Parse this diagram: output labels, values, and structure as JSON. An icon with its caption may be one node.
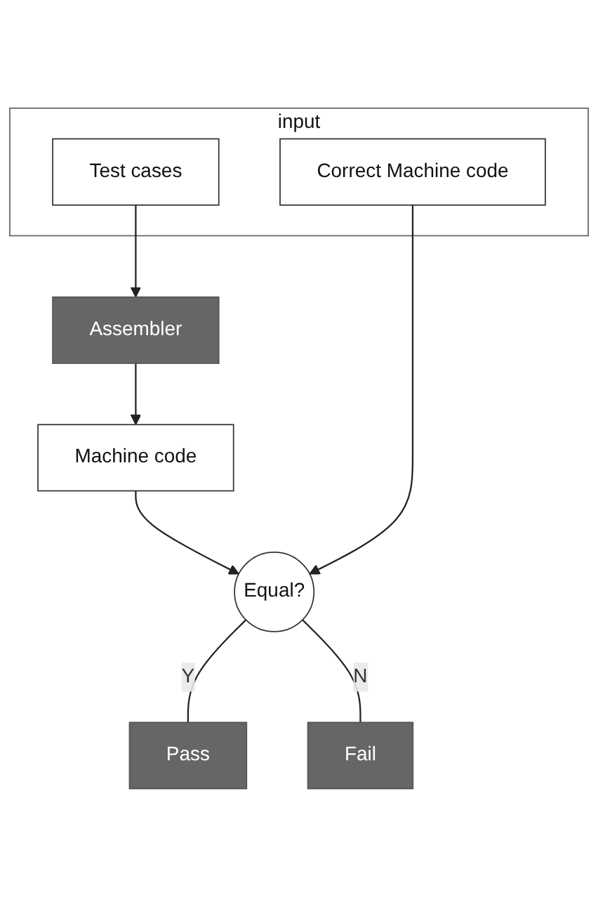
{
  "diagram": {
    "nodes": [
      {
        "text": [
          "input"
        ]
      },
      {
        "text": [
          "Test cases"
        ],
        "in": 0
      },
      {
        "text": [
          "Correct Machine code"
        ],
        "in": 0
      },
      {
        "text": [
          "Assembler"
        ]
      },
      {
        "text": [
          "Machine code"
        ]
      },
      {
        "text": [
          "Equal?"
        ]
      },
      {
        "text": [
          "Pass"
        ]
      },
      {
        "text": [
          "Fail"
        ]
      }
    ],
    "edges": [
      {
        "from": 1,
        "to": 3,
        "arrow": "to"
      },
      {
        "from": 3,
        "to": 4,
        "arrow": "to"
      },
      {
        "from": 4,
        "to": 5,
        "arrow": "to"
      },
      {
        "from": 2,
        "to": 5,
        "arrow": "to"
      },
      {
        "from": 5,
        "to": 6,
        "arrow": "none",
        "label": "Y"
      },
      {
        "from": 5,
        "to": 7,
        "arrow": "none",
        "label": "N"
      }
    ]
  }
}
